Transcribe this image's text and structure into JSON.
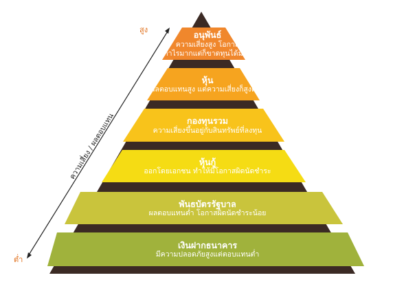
{
  "colors": {
    "dark": "#3b2a24",
    "text": "#ffffff",
    "axis_end": "#e0701c",
    "axis_line": "#222222"
  },
  "axis": {
    "high_label": "สูง",
    "low_label": "ต่ำ",
    "caption": "ความเสี่ยง / ผลตอบแทน"
  },
  "tiers": [
    {
      "title": "อนุพันธ์",
      "desc_lines": [
        "ความเสี่ยงสูง โอกาส",
        "กำไรมากแต่ก็ขาดทุนได้มาก"
      ],
      "color": "#f0872c"
    },
    {
      "title": "หุ้น",
      "desc_lines": [
        "ผลตอบแทนสูง แต่ความเสี่ยงก็สูงด้วย"
      ],
      "color": "#f6a41f"
    },
    {
      "title": "กองทุนรวม",
      "desc_lines": [
        "ความเสี่ยงขึ้นอยู่กับสินทรัพย์ที่ลงทุน"
      ],
      "color": "#f8c31b"
    },
    {
      "title": "หุ้นกู้",
      "desc_lines": [
        "ออกโดยเอกชน ทำให้มีโอกาสผิดนัดชำระ"
      ],
      "color": "#f5dc14"
    },
    {
      "title": "พันธบัตรรัฐบาล",
      "desc_lines": [
        "ผลตอบแทนต่ำ โอกาสผิดนัดชำระน้อย"
      ],
      "color": "#c9c43c"
    },
    {
      "title": "เงินฝากธนาคาร",
      "desc_lines": [
        "มีความปลอดภัยสูงแต่ตอบแทนต่ำ"
      ],
      "color": "#a0b23c"
    }
  ]
}
